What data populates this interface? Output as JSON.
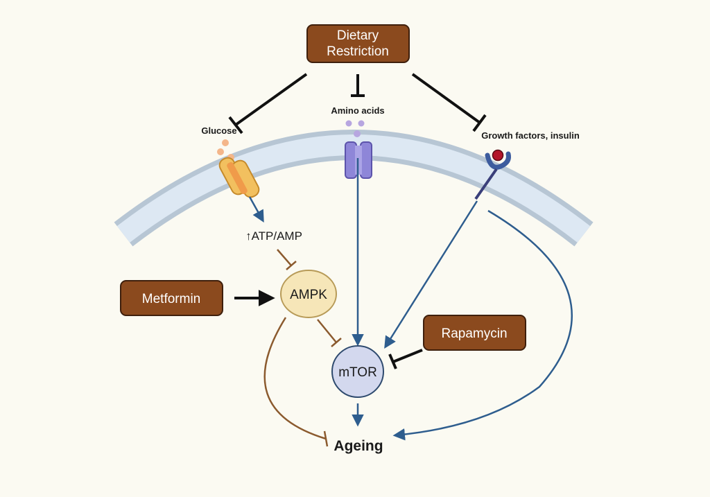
{
  "diagram": {
    "drugs": {
      "dietary_restriction_line1": "Dietary",
      "dietary_restriction_line2": "Restriction",
      "metformin": "Metformin",
      "rapamycin": "Rapamycin"
    },
    "labels": {
      "glucose": "Glucose",
      "amino_acids": "Amino acids",
      "growth_factors": "Growth factors, insulin",
      "atp_amp_arrow": "↑",
      "atp_amp": "ATP/AMP",
      "ampk": "AMPK",
      "mtor": "mTOR",
      "ageing": "Ageing"
    },
    "colors": {
      "drug_box": "#8b4a1e",
      "blue_arrow": "#2e5d8e",
      "brown_arrow": "#8b5a2e",
      "ampk_fill": "#f6e6b8",
      "mtor_fill": "#d3d8ee",
      "membrane": "#b7c6d4"
    }
  }
}
